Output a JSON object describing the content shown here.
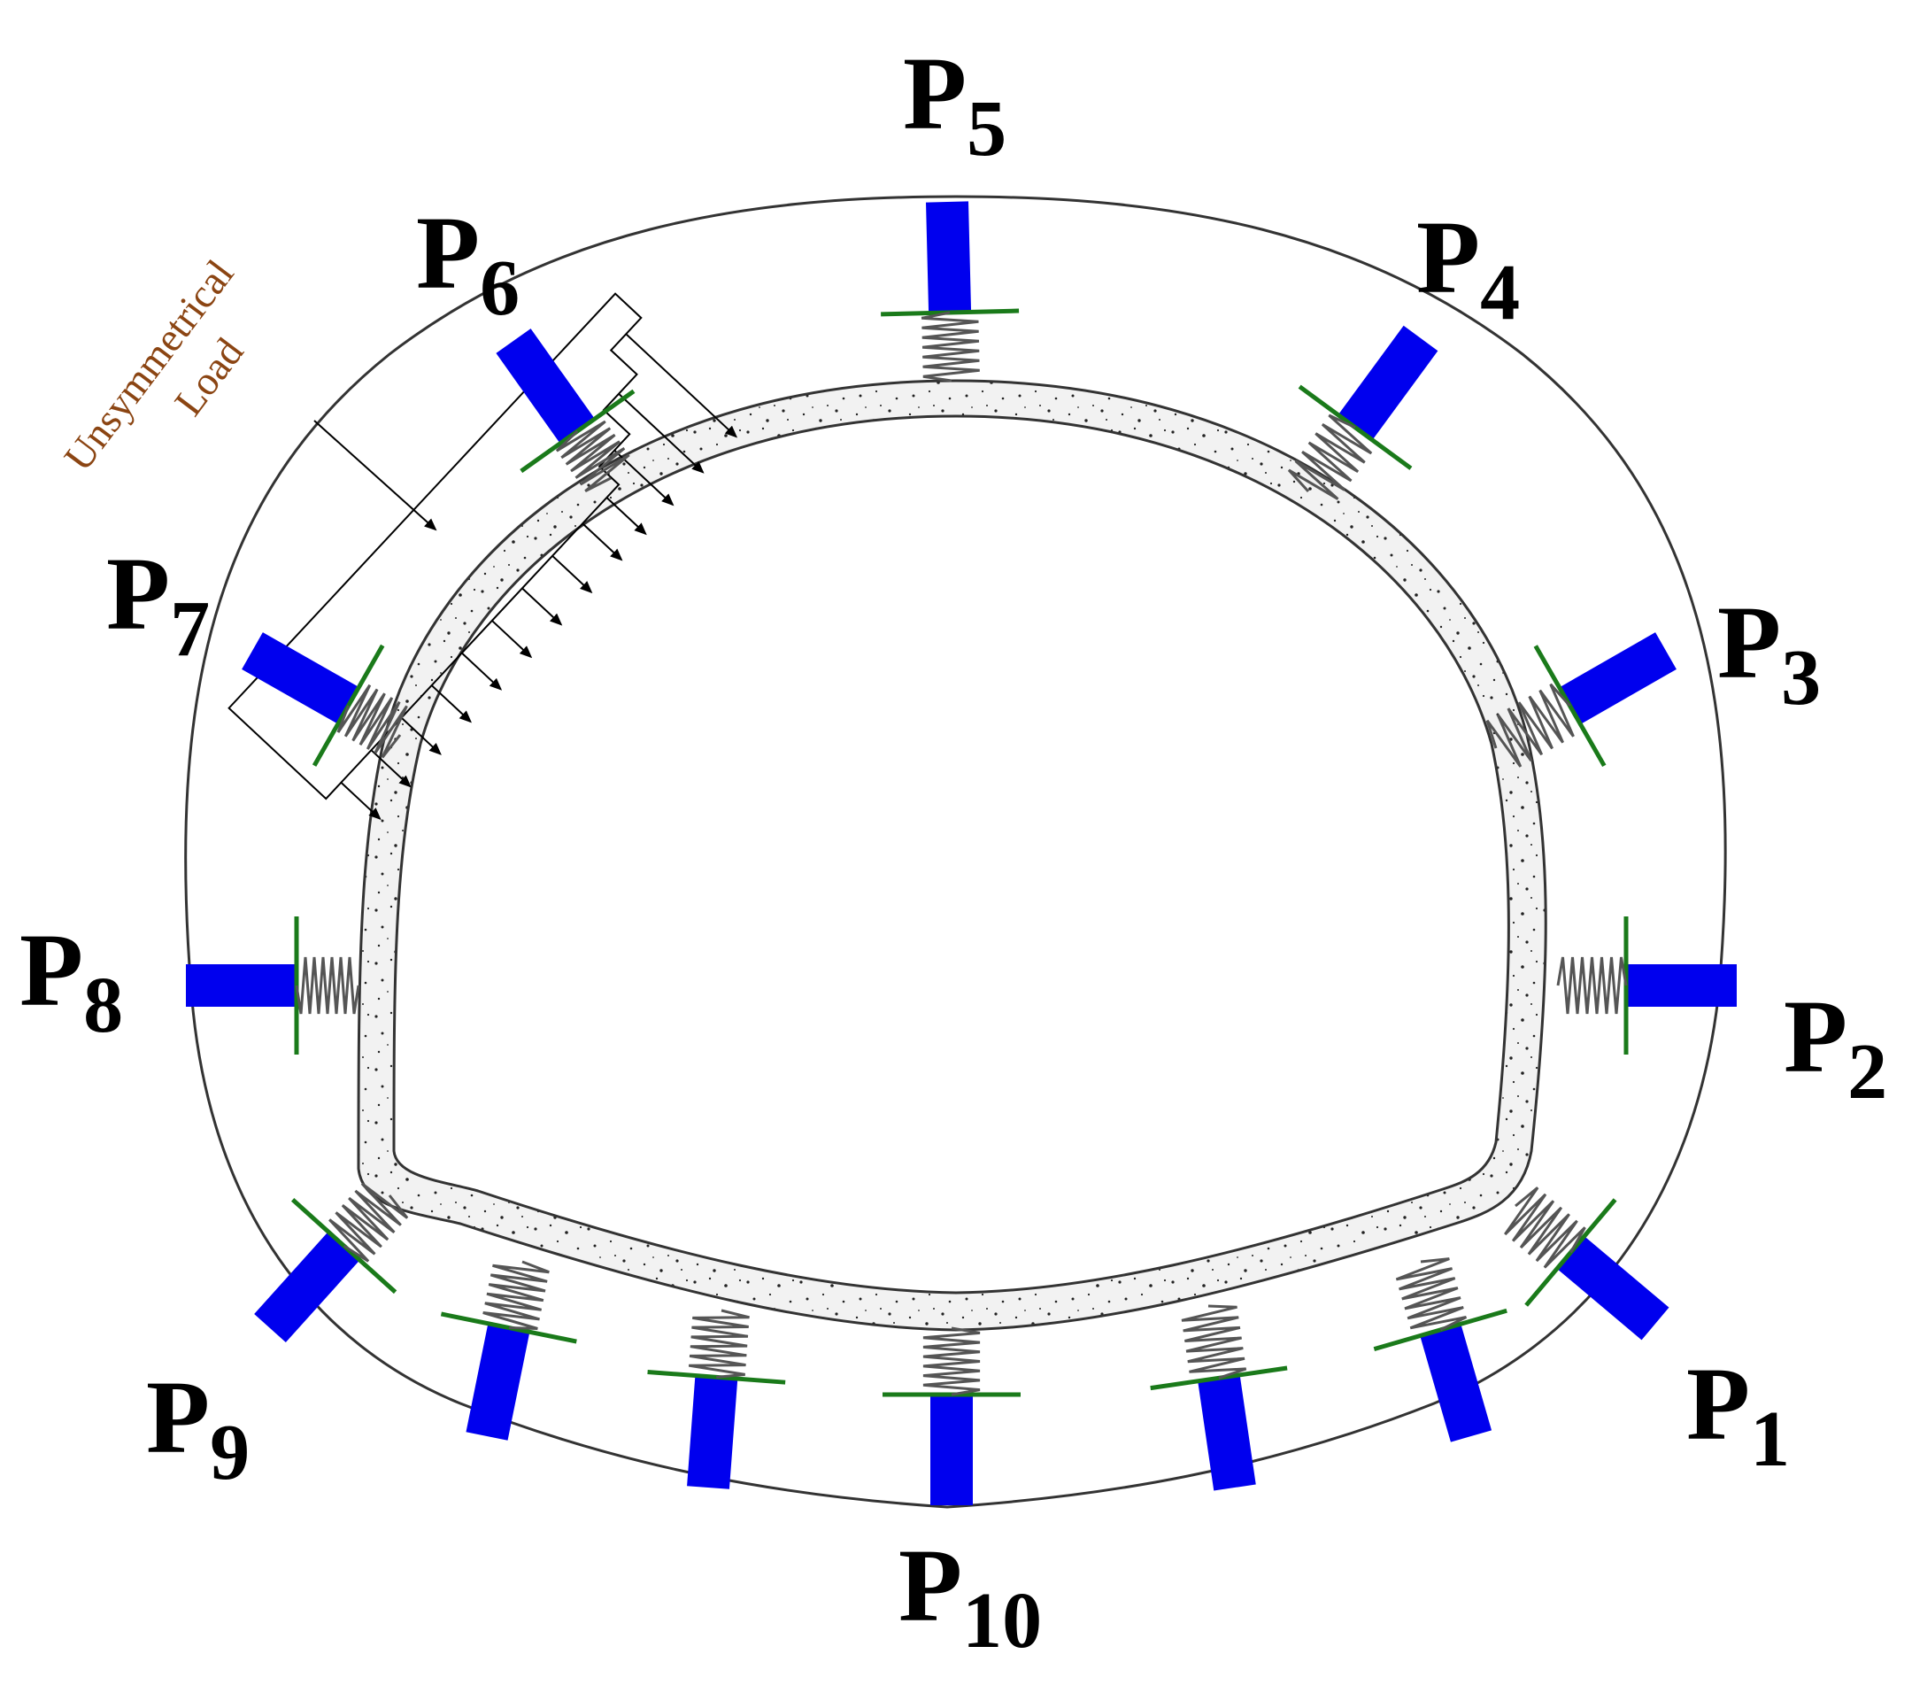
{
  "labels": {
    "p1": {
      "main": "P",
      "sub": "1"
    },
    "p2": {
      "main": "P",
      "sub": "2"
    },
    "p3": {
      "main": "P",
      "sub": "3"
    },
    "p4": {
      "main": "P",
      "sub": "4"
    },
    "p5": {
      "main": "P",
      "sub": "5"
    },
    "p6": {
      "main": "P",
      "sub": "6"
    },
    "p7": {
      "main": "P",
      "sub": "7"
    },
    "p8": {
      "main": "P",
      "sub": "8"
    },
    "p9": {
      "main": "P",
      "sub": "9"
    },
    "p10": {
      "main": "P",
      "sub": "10"
    }
  },
  "annotation": {
    "line1": "Unsymmetrical",
    "line2": "Load"
  },
  "colors": {
    "sensor": "#0000ee",
    "plate": "#1a7a1a",
    "spring": "#555555",
    "outline": "#333333",
    "annotation": "#8b4513"
  },
  "icons": {
    "sensor": "pressure-cell-icon",
    "spring": "spring-icon",
    "load": "load-arrow-icon"
  }
}
